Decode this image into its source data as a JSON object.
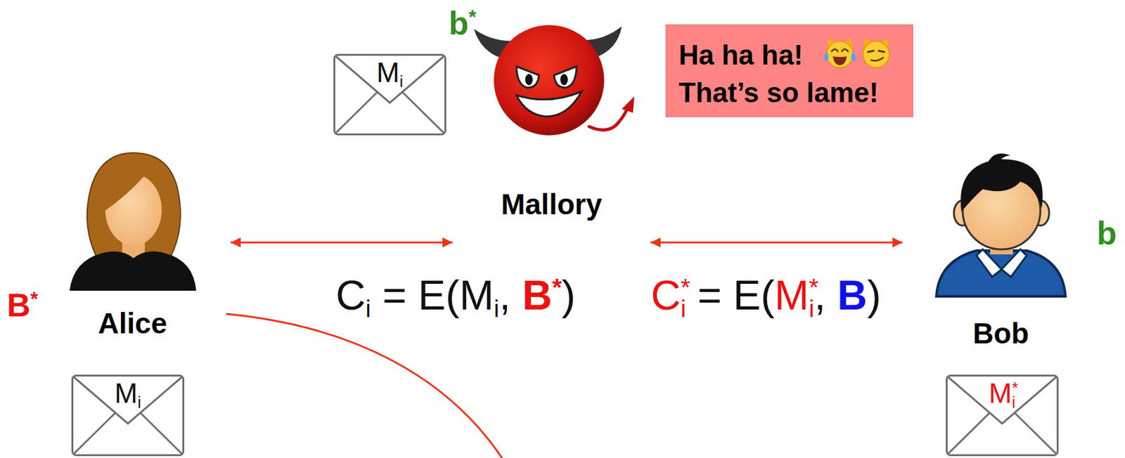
{
  "diagram": {
    "nodes": [
      {
        "text": [
          "M",
          "i"
        ]
      },
      {
        "text": [
          "Mallory"
        ]
      },
      {
        "text": [
          "Ha ha ha!",
          "That’s so lame!"
        ]
      },
      {
        "text": [
          "Alice"
        ]
      },
      {
        "text": [
          "Bob"
        ]
      },
      {
        "text": [
          "M",
          "i"
        ]
      },
      {
        "text": [
          "M",
          "*",
          "i"
        ]
      }
    ],
    "edges": [
      {
        "from": 3,
        "to": 1,
        "arrow": "both"
      },
      {
        "from": 1,
        "to": 4,
        "arrow": "both"
      }
    ],
    "labels": [
      "b",
      "*",
      "b",
      "C",
      "i",
      " = E(",
      "M",
      "i",
      ", ",
      "B",
      "*",
      ")",
      "C",
      "*",
      "i",
      " = E(",
      "M",
      "*",
      "i",
      ", ",
      "B",
      ")",
      "B",
      "*"
    ]
  }
}
